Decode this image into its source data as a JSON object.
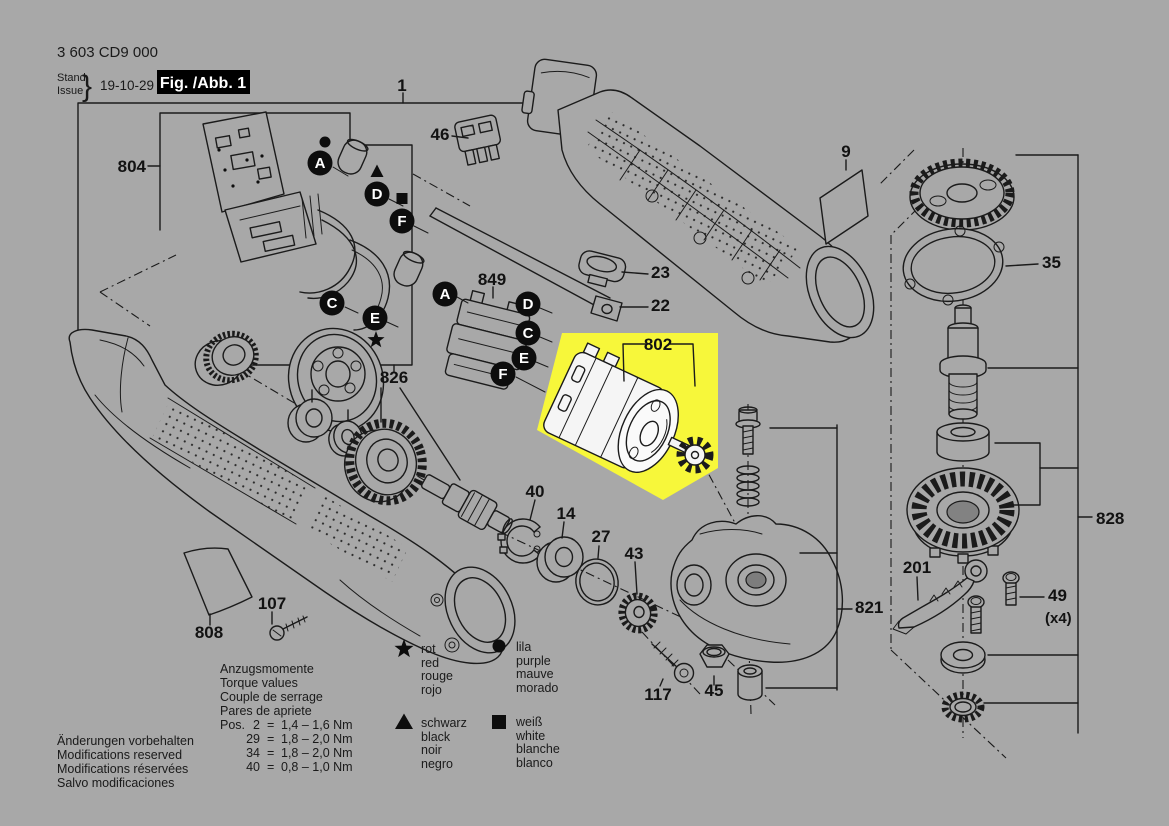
{
  "colors": {
    "background": "#a8a8a8",
    "line": "#1b1b1b",
    "highlight": "#f7f73a",
    "figure_box_bg": "#000000",
    "figure_box_fg": "#ffffff"
  },
  "header": {
    "product_code": "3 603 CD9 000",
    "stand": "Stand",
    "issue": "Issue",
    "brace": "}",
    "date": "19-10-29",
    "figure_label": "Fig. /Abb. 1"
  },
  "part_labels": {
    "p1": "1",
    "p46": "46",
    "p9": "9",
    "p804": "804",
    "p23": "23",
    "p22": "22",
    "p849": "849",
    "p802": "802",
    "p826": "826",
    "p35": "35",
    "p828": "828",
    "p40": "40",
    "p14": "14",
    "p27": "27",
    "p43": "43",
    "p821": "821",
    "p201": "201",
    "p49": "49",
    "p49_qty": "(x4)",
    "p107": "107",
    "p808": "808",
    "p117": "117",
    "p45": "45"
  },
  "callouts": {
    "set1": [
      "A",
      "D",
      "F",
      "C",
      "E"
    ],
    "set2": [
      "A",
      "D",
      "C",
      "E",
      "F"
    ]
  },
  "callout_symbols": {
    "A": "circle",
    "D": "triangle",
    "F": "square",
    "E": "star"
  },
  "legend": [
    {
      "symbol": "star",
      "names": [
        "rot",
        "red",
        "rouge",
        "rojo"
      ]
    },
    {
      "symbol": "circle",
      "names": [
        "lila",
        "purple",
        "mauve",
        "morado"
      ]
    },
    {
      "symbol": "triangle",
      "names": [
        "schwarz",
        "black",
        "noir",
        "negro"
      ]
    },
    {
      "symbol": "square",
      "names": [
        "weiß",
        "white",
        "blanche",
        "blanco"
      ]
    }
  ],
  "torque": {
    "headings": [
      "Anzugsmomente",
      "Torque values",
      "Couple de serrage",
      "Pares de apriete"
    ],
    "eq": "=",
    "rows": [
      {
        "label": "Pos.",
        "pos": "2",
        "value": "1,4  –  1,6 Nm"
      },
      {
        "label": "",
        "pos": "29",
        "value": "1,8  –  2,0 Nm"
      },
      {
        "label": "",
        "pos": "34",
        "value": "1,8  –  2,0 Nm"
      },
      {
        "label": "",
        "pos": "40",
        "value": "0,8  –  1,0 Nm"
      }
    ]
  },
  "footer": [
    "Änderungen vorbehalten",
    "Modifications reserved",
    "Modifications réservées",
    "Salvo modificaciones"
  ]
}
